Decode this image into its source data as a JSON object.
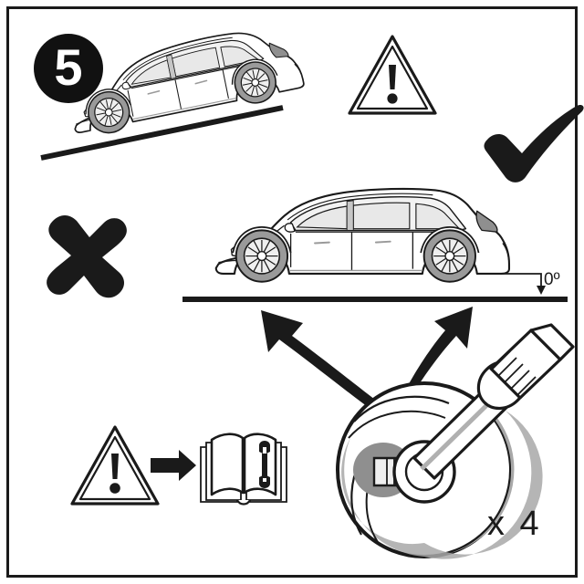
{
  "illustration": {
    "type": "vehicle-wheel-installation-instruction",
    "step_number": "5",
    "background_color": "#ffffff",
    "line_color": "#1a1a1a",
    "tire_color": "#9a9a9a",
    "glass_color": "#d8d8d8",
    "shadow_color": "#b5b5b5"
  },
  "labels": {
    "step_badge": "5",
    "angle": "0º",
    "quantity": "x 4"
  },
  "panels": {
    "incorrect": {
      "name": "car-on-slope-incorrect",
      "marker": "cross",
      "marker_meaning": "not-allowed",
      "surface": "inclined-ground-line"
    },
    "correct": {
      "name": "car-on-level-ground-correct",
      "marker": "checkmark",
      "marker_meaning": "allowed",
      "surface": "level-ground-line",
      "angle_annotation": "0º"
    },
    "warning_top": {
      "name": "warning-triangle-top",
      "glyph": "exclamation"
    },
    "manual_reference": {
      "name": "consult-manual",
      "warning_glyph": "exclamation",
      "arrow": "right-arrow",
      "book_glyph": "wrench"
    },
    "torque_tool": {
      "name": "torque-wrench-on-wheel-bolt",
      "quantity": "x 4",
      "arrows": [
        "arrow-to-front-wheel",
        "arrow-to-rear-wheel"
      ]
    }
  },
  "icons": {
    "step_circle": "circle-filled",
    "cross": "cross-mark-icon",
    "check": "check-mark-icon",
    "warning": "warning-triangle-icon",
    "book": "manual-book-icon",
    "wrench": "wrench-icon",
    "arrow_right": "arrow-right-icon",
    "torque_wrench": "torque-wrench-icon",
    "wheel": "wheel-icon",
    "car": "car-side-view-icon"
  }
}
